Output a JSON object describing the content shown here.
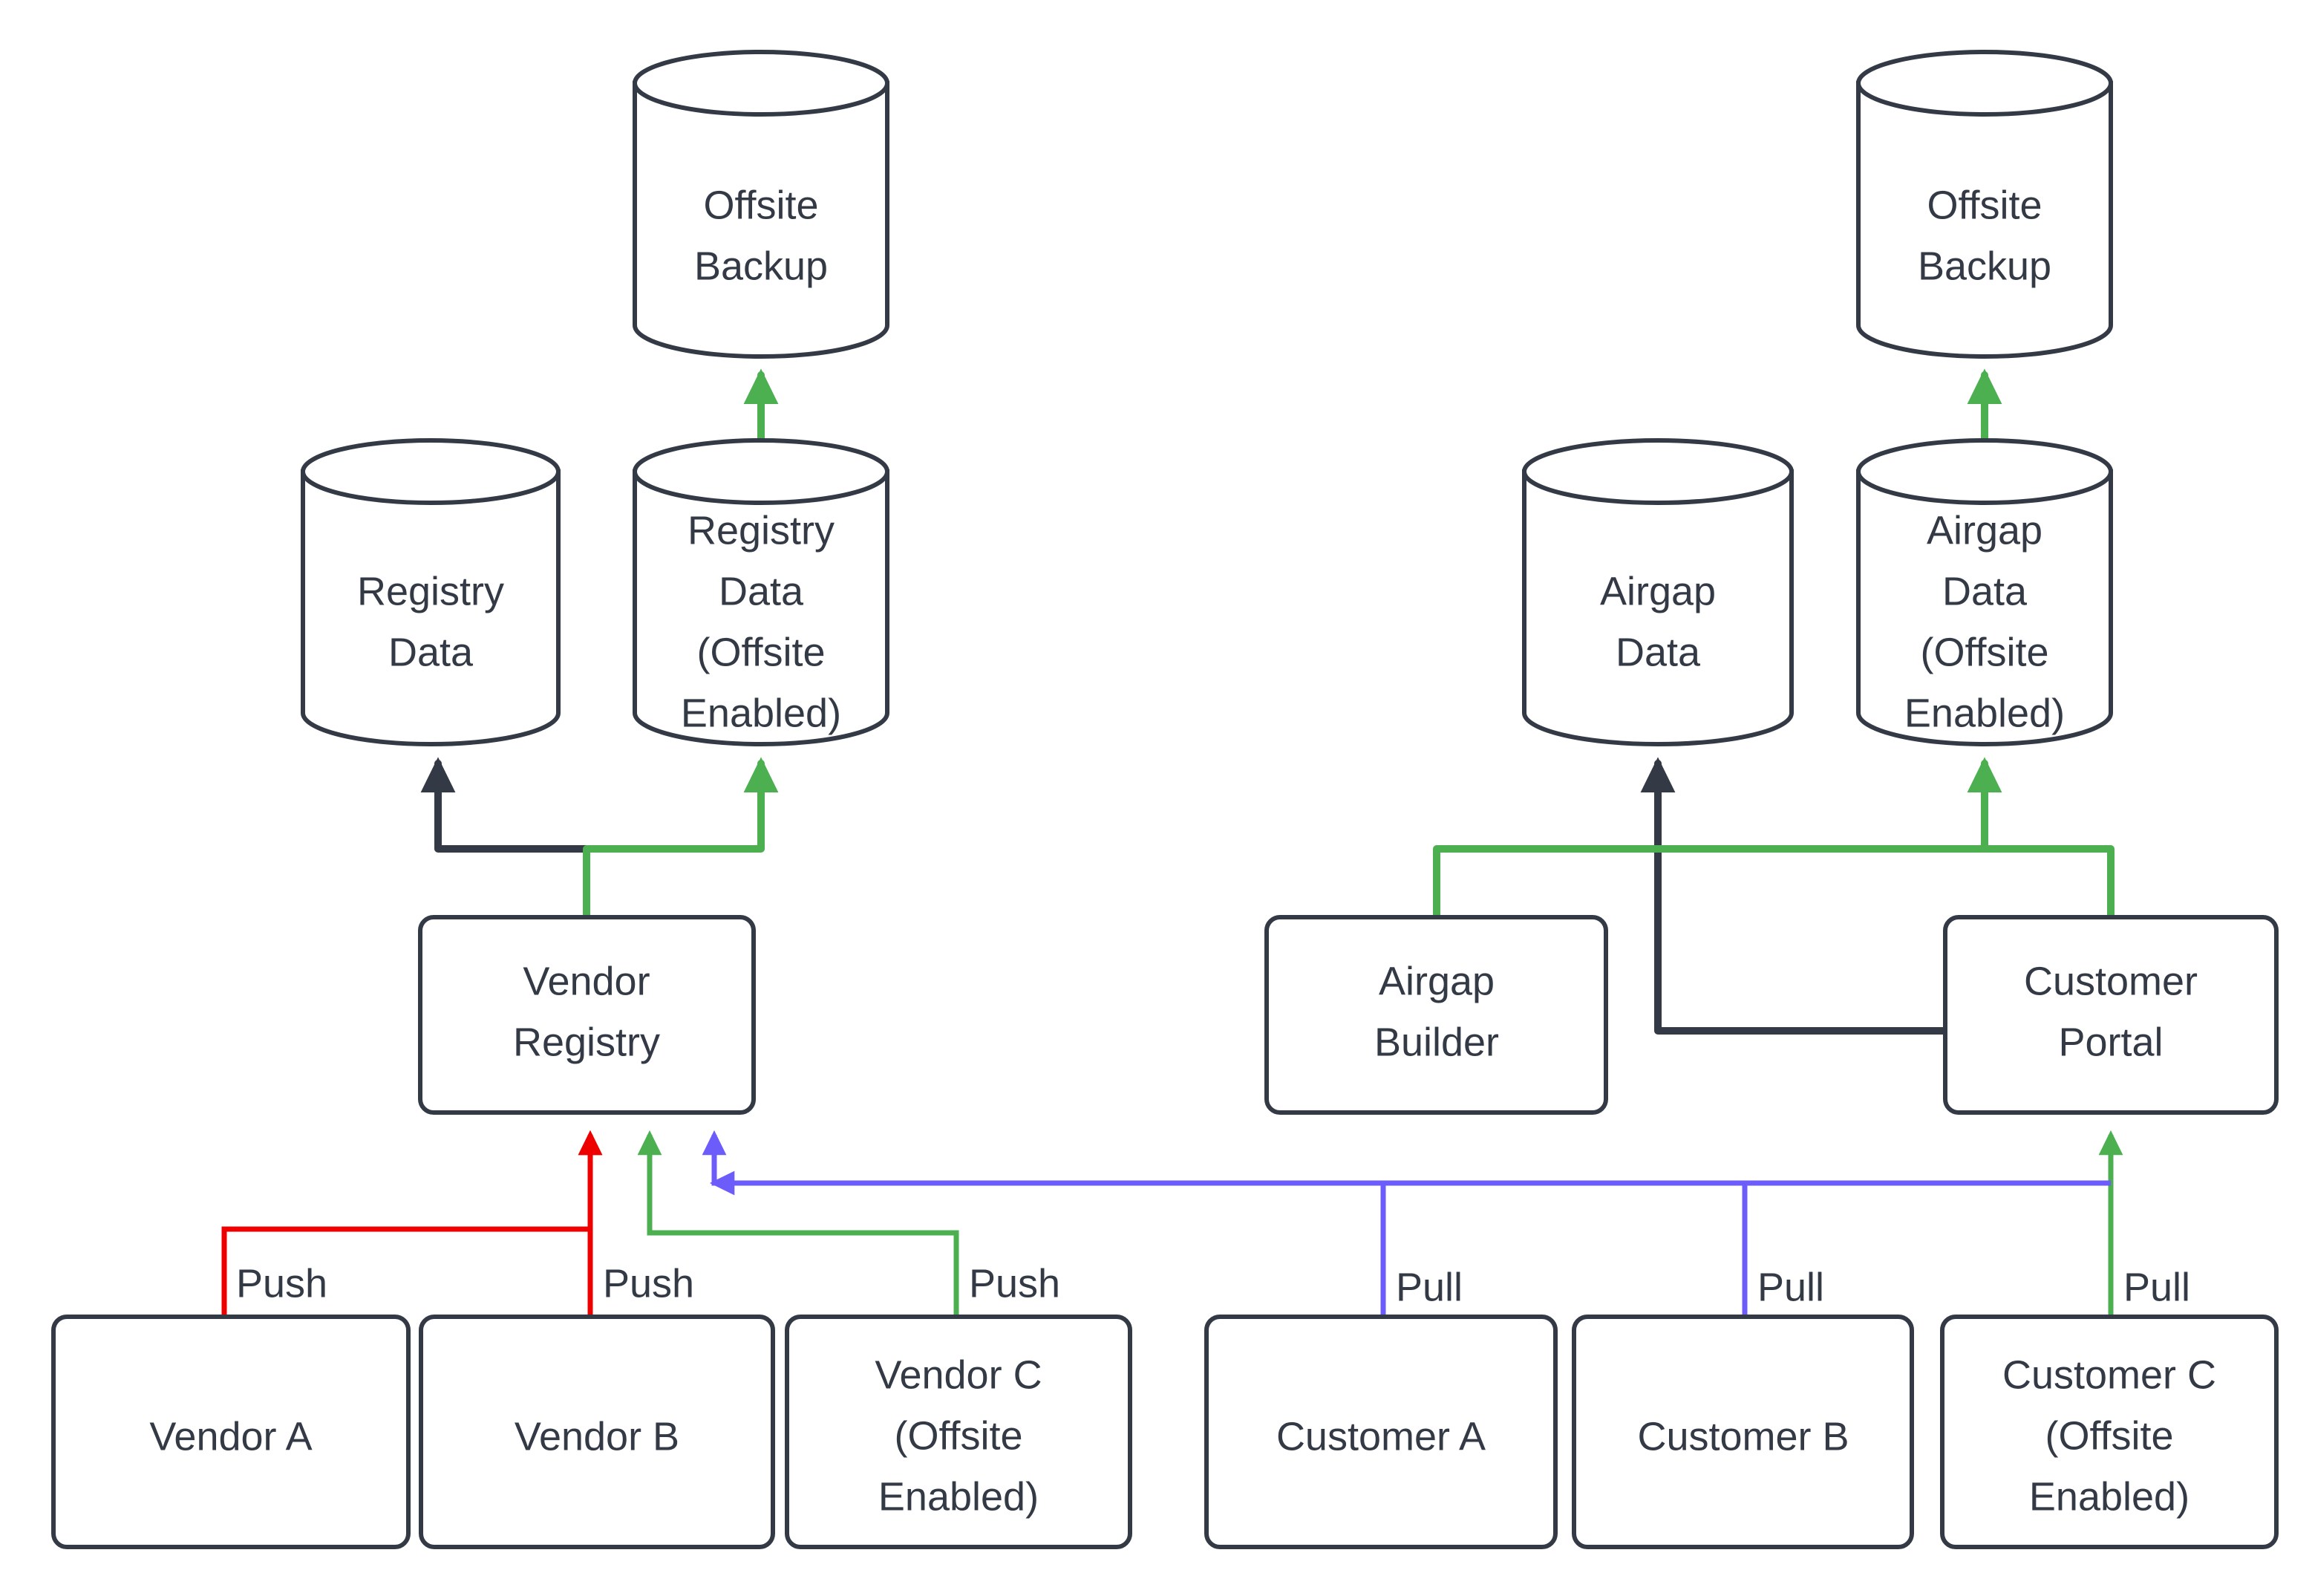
{
  "diagram": {
    "type": "flowchart",
    "background": "#ffffff",
    "colors": {
      "node_stroke": "#333a45",
      "node_fill": "#ffffff",
      "text": "#333a45",
      "edge_default": "#333a45",
      "edge_green": "#4caf50",
      "edge_red": "#ee0000",
      "edge_purple": "#6c5cfa"
    },
    "nodes": [
      {
        "id": "offsite-backup-left",
        "label": "Offsite\nBackup",
        "line1": "Offsite",
        "line2": "Backup",
        "line3": "",
        "line4": "",
        "shape": "cylinder"
      },
      {
        "id": "offsite-backup-right",
        "label": "Offsite\nBackup",
        "line1": "Offsite",
        "line2": "Backup",
        "line3": "",
        "line4": "",
        "shape": "cylinder"
      },
      {
        "id": "registry-data",
        "label": "Registry\nData",
        "line1": "Registry",
        "line2": "Data",
        "line3": "",
        "line4": "",
        "shape": "cylinder"
      },
      {
        "id": "registry-data-offsite",
        "label": "Registry\nData\n(Offsite\nEnabled)",
        "line1": "Registry",
        "line2": "Data",
        "line3": "(Offsite",
        "line4": "Enabled)",
        "shape": "cylinder"
      },
      {
        "id": "airgap-data",
        "label": "Airgap\nData",
        "line1": "Airgap",
        "line2": "Data",
        "line3": "",
        "line4": "",
        "shape": "cylinder"
      },
      {
        "id": "airgap-data-offsite",
        "label": "Airgap\nData\n(Offsite\nEnabled)",
        "line1": "Airgap",
        "line2": "Data",
        "line3": "(Offsite",
        "line4": "Enabled)",
        "shape": "cylinder"
      },
      {
        "id": "vendor-registry",
        "label": "Vendor\nRegistry",
        "line1": "Vendor",
        "line2": "Registry",
        "line3": "",
        "line4": "",
        "shape": "box"
      },
      {
        "id": "airgap-builder",
        "label": "Airgap\nBuilder",
        "line1": "Airgap",
        "line2": "Builder",
        "line3": "",
        "line4": "",
        "shape": "box"
      },
      {
        "id": "customer-portal",
        "label": "Customer\nPortal",
        "line1": "Customer",
        "line2": "Portal",
        "line3": "",
        "line4": "",
        "shape": "box"
      },
      {
        "id": "vendor-a",
        "label": "Vendor A",
        "line1": "Vendor A",
        "line2": "",
        "line3": "",
        "line4": "",
        "shape": "box"
      },
      {
        "id": "vendor-b",
        "label": "Vendor B",
        "line1": "Vendor B",
        "line2": "",
        "line3": "",
        "line4": "",
        "shape": "box"
      },
      {
        "id": "vendor-c",
        "label": "Vendor C\n(Offsite\nEnabled)",
        "line1": "Vendor C",
        "line2": "(Offsite",
        "line3": "Enabled)",
        "line4": "",
        "shape": "box"
      },
      {
        "id": "customer-a",
        "label": "Customer A",
        "line1": "Customer A",
        "line2": "",
        "line3": "",
        "line4": "",
        "shape": "box"
      },
      {
        "id": "customer-b",
        "label": "Customer B",
        "line1": "Customer B",
        "line2": "",
        "line3": "",
        "line4": "",
        "shape": "box"
      },
      {
        "id": "customer-c",
        "label": "Customer C\n(Offsite\nEnabled)",
        "line1": "Customer C",
        "line2": "(Offsite",
        "line3": "Enabled)",
        "line4": "",
        "shape": "box"
      }
    ],
    "edges": [
      {
        "id": "vendor-a-push",
        "from": "vendor-a",
        "to": "vendor-registry",
        "label": "Push",
        "color": "#ee0000"
      },
      {
        "id": "vendor-b-push",
        "from": "vendor-b",
        "to": "vendor-registry",
        "label": "Push",
        "color": "#ee0000"
      },
      {
        "id": "vendor-c-push",
        "from": "vendor-c",
        "to": "vendor-registry",
        "label": "Push",
        "color": "#4caf50"
      },
      {
        "id": "customer-a-pull",
        "from": "customer-a",
        "to": "vendor-registry",
        "label": "Pull",
        "color": "#6c5cfa"
      },
      {
        "id": "customer-b-pull",
        "from": "customer-b",
        "to": "vendor-registry",
        "label": "Pull",
        "color": "#6c5cfa"
      },
      {
        "id": "customer-c-pull",
        "from": "customer-c",
        "to": "customer-portal",
        "label": "Pull",
        "color": "#4caf50"
      },
      {
        "id": "reg-to-data",
        "from": "vendor-registry",
        "to": "registry-data",
        "label": "",
        "color": "#333a45"
      },
      {
        "id": "reg-to-data-off",
        "from": "vendor-registry",
        "to": "registry-data-offsite",
        "label": "",
        "color": "#4caf50"
      },
      {
        "id": "regoff-to-backup",
        "from": "registry-data-offsite",
        "to": "offsite-backup-left",
        "label": "",
        "color": "#4caf50"
      },
      {
        "id": "portal-to-airgap",
        "from": "customer-portal",
        "to": "airgap-data",
        "label": "",
        "color": "#333a45"
      },
      {
        "id": "builder-to-off",
        "from": "airgap-builder",
        "to": "airgap-data-offsite",
        "label": "",
        "color": "#4caf50"
      },
      {
        "id": "portal-to-off",
        "from": "customer-portal",
        "to": "airgap-data-offsite",
        "label": "",
        "color": "#4caf50"
      },
      {
        "id": "airgapoff-to-backup",
        "from": "airgap-data-offsite",
        "to": "offsite-backup-right",
        "label": "",
        "color": "#4caf50"
      }
    ],
    "edge_labels": {
      "push_1": "Push",
      "push_2": "Push",
      "push_3": "Push",
      "pull_1": "Pull",
      "pull_2": "Pull",
      "pull_3": "Pull"
    }
  }
}
